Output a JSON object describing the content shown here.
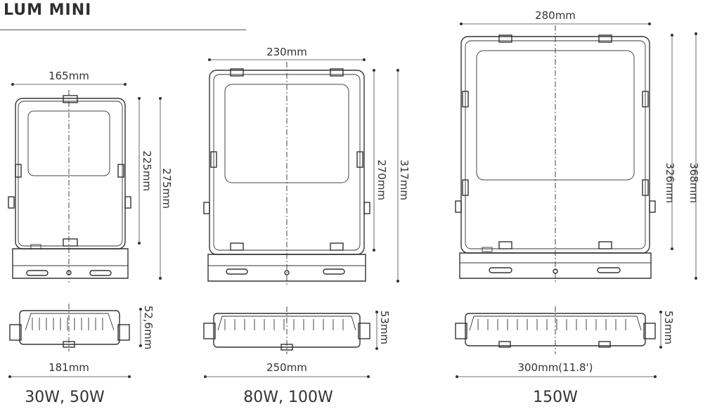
{
  "header": {
    "title": "LUM MINI"
  },
  "models": [
    {
      "caption": "30W, 50W",
      "front_width": "165mm",
      "inner_height": "225mm",
      "total_height": "275mm",
      "side_depth": "52,6mm",
      "side_width": "181mm"
    },
    {
      "caption": "80W, 100W",
      "front_width": "230mm",
      "inner_height": "270mm",
      "total_height": "317mm",
      "side_depth": "53mm",
      "side_width": "250mm"
    },
    {
      "caption": "150W",
      "front_width": "280mm",
      "inner_height": "326mm",
      "total_height": "368mm",
      "side_depth": "53mm",
      "side_width": "300mm(11.8')"
    }
  ]
}
